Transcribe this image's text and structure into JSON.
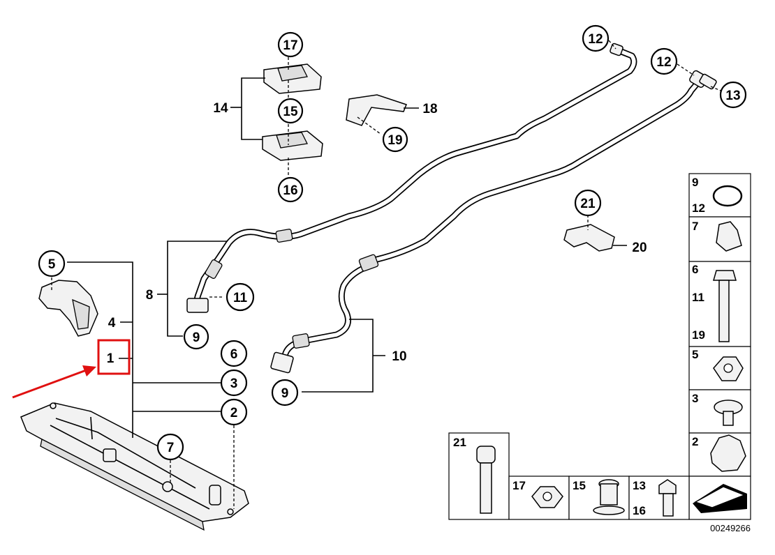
{
  "diagram": {
    "reference_code": "00249266",
    "callouts": {
      "c17_top": "17",
      "c15_mid": "15",
      "c16_bot": "16",
      "c14": "14",
      "c18": "18",
      "c19": "19",
      "c12_a": "12",
      "c12_b": "12",
      "c13": "13",
      "c21": "21",
      "c20": "20",
      "c5": "5",
      "c4": "4",
      "c1": "1",
      "c8": "8",
      "c11": "11",
      "c9_a": "9",
      "c10": "10",
      "c9_b": "9",
      "c6": "6",
      "c3": "3",
      "c2": "2",
      "c7": "7"
    },
    "legend_right": {
      "r1_top": "9",
      "r1_bottom": "12",
      "r2": "7",
      "r3_a": "6",
      "r3_b": "11",
      "r3_c": "19",
      "r4": "5",
      "r5": "3",
      "r6": "2"
    },
    "legend_bottom": {
      "b1": "21",
      "b2": "17",
      "b3": "15",
      "b4_top": "13",
      "b4_bottom": "16"
    },
    "colors": {
      "highlight": "#e01010",
      "line": "#000000",
      "background": "#ffffff"
    }
  }
}
